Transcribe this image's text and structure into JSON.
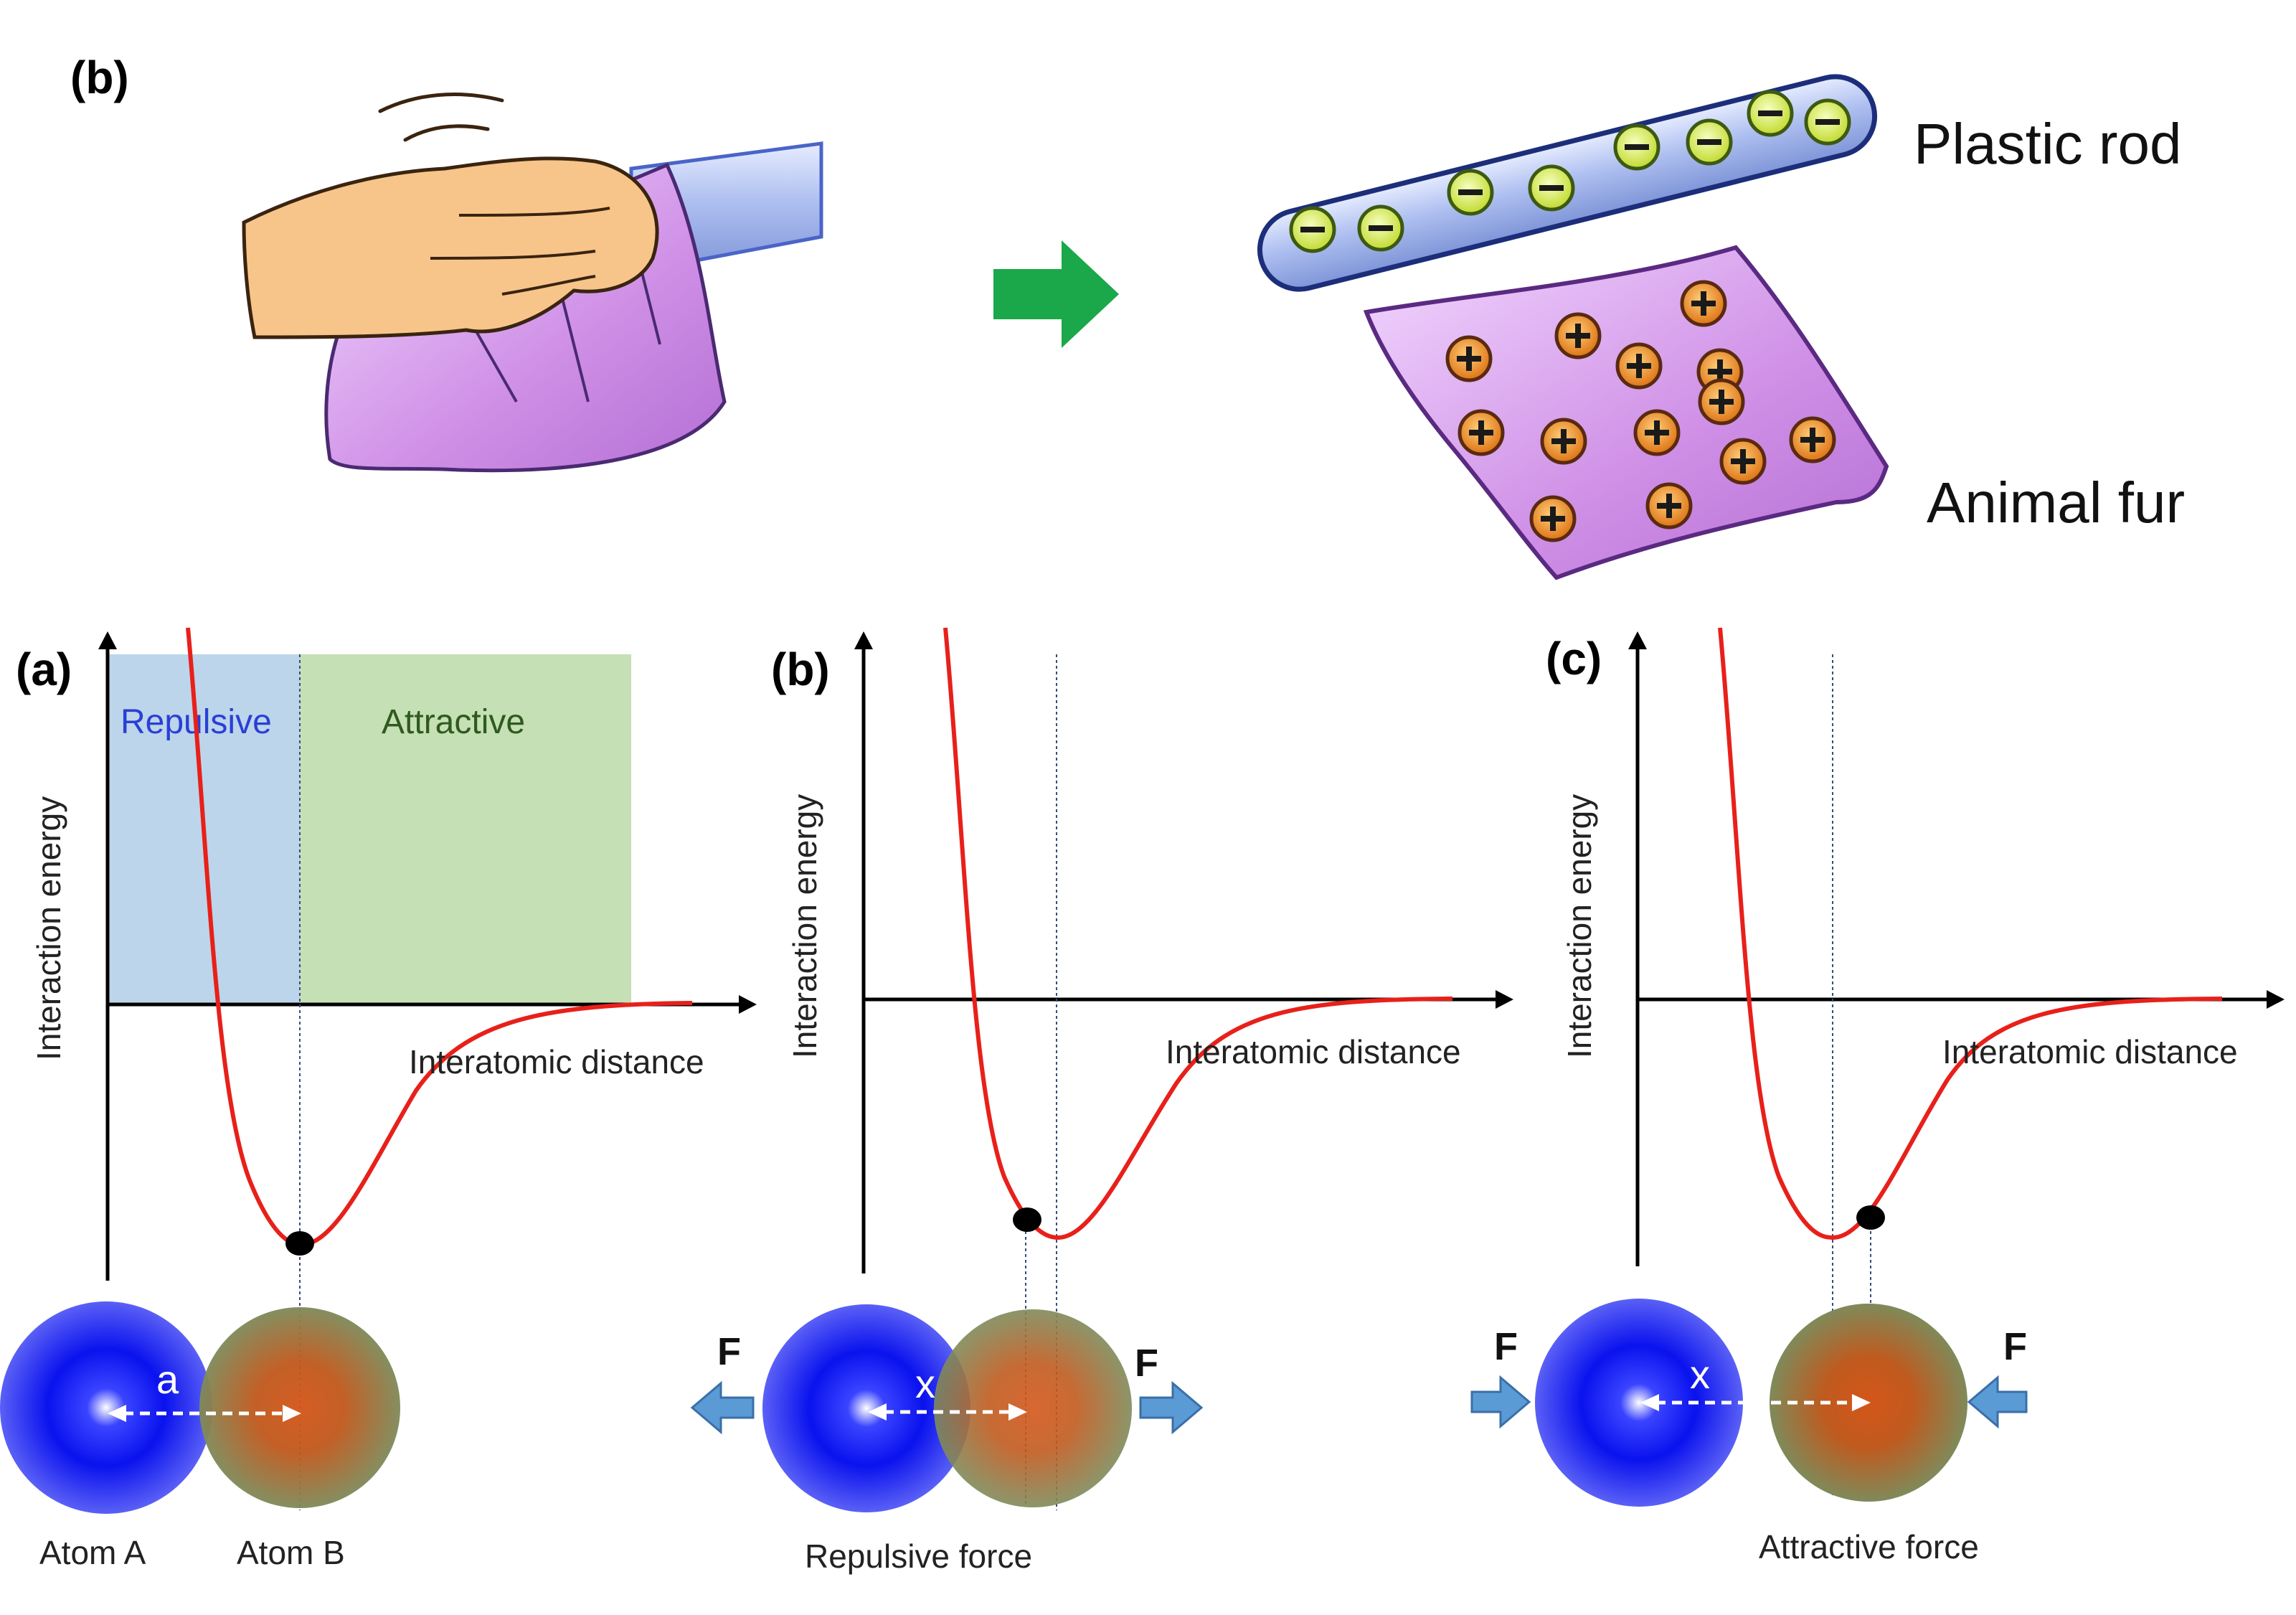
{
  "top": {
    "label": "(b)",
    "rod_label": "Plastic rod",
    "fur_label": "Animal fur",
    "rod_charge_sign": "−",
    "fur_charge_sign": "+",
    "rod_charge_count": 8,
    "fur_charge_count": 13
  },
  "panels": [
    {
      "label": "(a)",
      "y_axis_title": "Interaction energy",
      "x_axis_title": "Interatomic distance",
      "region_repulsive": "Repulsive",
      "region_attractive": "Attractive",
      "distance_label": "a",
      "atom_a_caption": "Atom A",
      "atom_b_caption": "Atom B",
      "caption": "",
      "force_label": ""
    },
    {
      "label": "(b)",
      "y_axis_title": "Interaction energy",
      "x_axis_title": "Interatomic distance",
      "distance_label": "x",
      "caption": "Repulsive force",
      "force_label": "F"
    },
    {
      "label": "(c)",
      "y_axis_title": "Interaction energy",
      "x_axis_title": "Interatomic distance",
      "distance_label": "x",
      "caption": "Attractive force",
      "force_label": "F"
    }
  ],
  "colors": {
    "curve": "#e8201a",
    "repulsive_region": "#bcd5ea",
    "attractive_region": "#c5e0b5",
    "atom_a": "#0a12ee",
    "atom_b_center": "#d4561a",
    "atom_b_edge": "#7f8a5a",
    "force_arrow": "#5b9bd5",
    "green_arrow": "#1aa84a",
    "rod": "#b7c9f0",
    "fur": "#d9a6ec"
  }
}
